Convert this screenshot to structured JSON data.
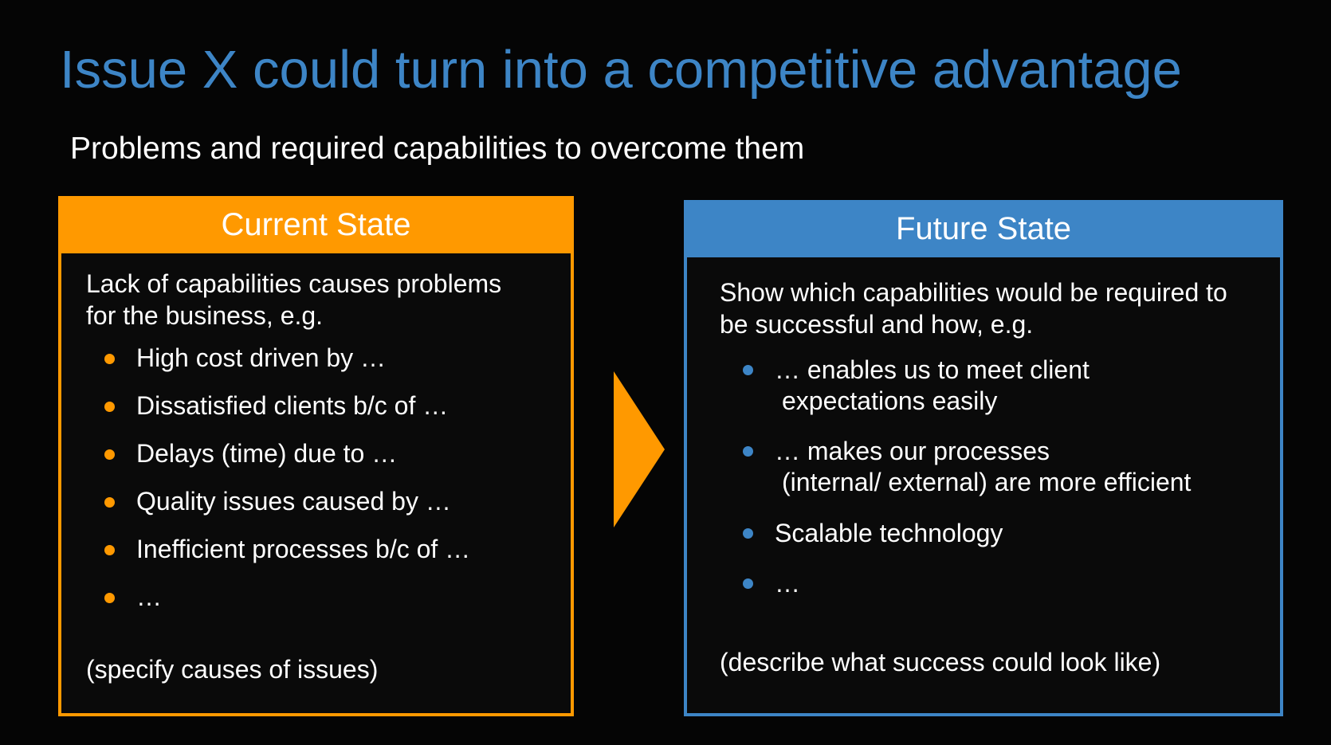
{
  "slide": {
    "title": "Issue X could turn into a competitive advantage",
    "subtitle": "Problems and required capabilities to overcome them"
  },
  "current_state": {
    "header": "Current State",
    "intro_lines": [
      "Lack of capabilities causes problems",
      "for the business, e.g."
    ],
    "bullets": [
      {
        "lines": [
          "High cost driven by …"
        ]
      },
      {
        "lines": [
          "Dissatisfied clients b/c of …"
        ]
      },
      {
        "lines": [
          "Delays (time) due to …"
        ]
      },
      {
        "lines": [
          "Quality issues caused by …"
        ]
      },
      {
        "lines": [
          "Inefficient processes b/c of …"
        ]
      },
      {
        "lines": [
          "…"
        ]
      }
    ],
    "note": "(specify causes of issues)"
  },
  "future_state": {
    "header": "Future State",
    "intro_lines": [
      "Show which capabilities would be required to",
      "be successful and how, e.g."
    ],
    "bullets": [
      {
        "lines": [
          "… enables us to meet client",
          "expectations easily"
        ]
      },
      {
        "lines": [
          "… makes our processes",
          "(internal/ external) are more efficient"
        ]
      },
      {
        "lines": [
          "Scalable technology"
        ]
      },
      {
        "lines": [
          "…"
        ]
      }
    ],
    "note": "(describe what success could look like)"
  },
  "colors": {
    "background": "#050505",
    "title": "#3d85c6",
    "current_accent": "#ff9900",
    "future_accent": "#3d85c6",
    "text": "#ffffff"
  },
  "icons": {
    "transition_arrow": "right-triangle-arrow-icon"
  }
}
